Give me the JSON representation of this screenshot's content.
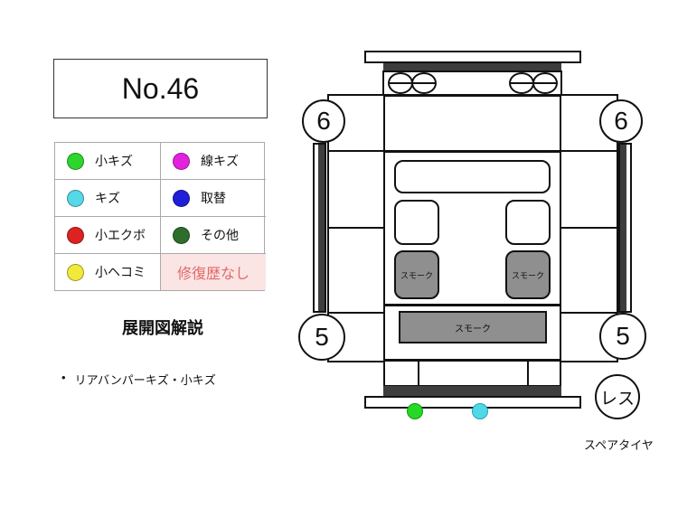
{
  "header": {
    "title": "No.46"
  },
  "legend": {
    "items": [
      {
        "label": "小キズ",
        "color": "#2dd52d"
      },
      {
        "label": "線キズ",
        "color": "#e421dd"
      },
      {
        "label": "キズ",
        "color": "#55d8e8"
      },
      {
        "label": "取替",
        "color": "#1f1fd8"
      },
      {
        "label": "小エクボ",
        "color": "#de2121"
      },
      {
        "label": "その他",
        "color": "#2d6e2d"
      },
      {
        "label": "小ヘコミ",
        "color": "#f2e93a"
      }
    ],
    "repair_status": {
      "label": "修復歴なし",
      "text_color": "#e06a6a",
      "bg_color": "#fbe4e4"
    }
  },
  "notes": {
    "heading": "展開図解説",
    "bullet_glyph": "•",
    "bullets": [
      "リアバンパーキズ・小キズ"
    ]
  },
  "diagram": {
    "callouts": {
      "front_left": "6",
      "front_right": "6",
      "rear_left": "5",
      "rear_right": "5"
    },
    "smoke_label": "スモーク",
    "les_label": "レス",
    "spare_tire_label": "スペアタイヤ",
    "marks": [
      {
        "legend_type": "小キズ",
        "color": "#26d926",
        "border": "#0b9b0b"
      },
      {
        "legend_type": "キズ",
        "color": "#4fd9e8",
        "border": "#21a3b5"
      }
    ],
    "colors": {
      "trim_dark": "#3d3d3d",
      "smoke_glass": "#8f8f8f"
    }
  }
}
